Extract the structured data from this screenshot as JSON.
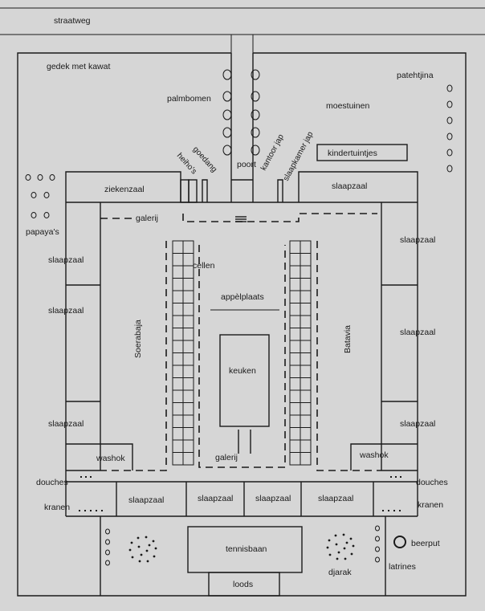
{
  "labels": {
    "straatweg": "straatweg",
    "gedek": "gedek met kawat",
    "palmbomen": "palmbomen",
    "moestuinen": "moestuinen",
    "patehtjina": "patehtjina",
    "kindertuintjes": "kindertuintjes",
    "poort": "poort",
    "kantoor": "kantoor jap",
    "slaapkamer": "slaapkamer jap",
    "goedang": "goedang",
    "heiho": "heiho's",
    "ziekenzaal": "ziekenzaal",
    "slaapzaal": "slaapzaal",
    "papaya": "papaya's",
    "galerij": "galerij",
    "cellen": "cellen",
    "appelplaats": "appèlplaats",
    "soerabaja": "Soerabaja",
    "batavia": "Batavia",
    "keuken": "keuken",
    "washok": "washok",
    "douches": "douches",
    "kranen": "kranen",
    "tennisbaan": "tennisbaan",
    "beerput": "beerput",
    "djarak": "djarak",
    "latrines": "latrines",
    "loods": "loods"
  }
}
